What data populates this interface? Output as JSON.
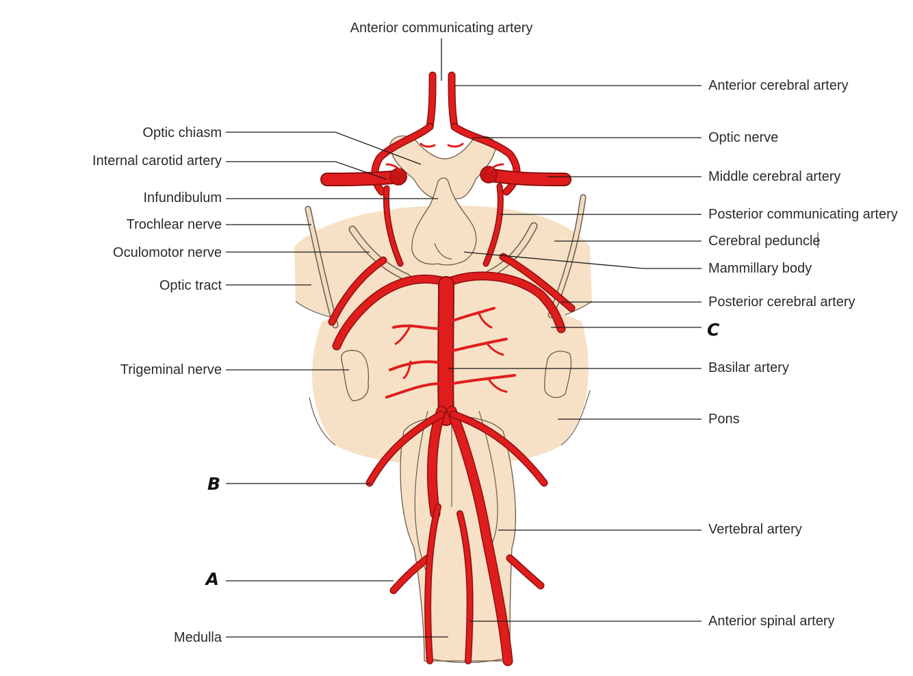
{
  "colors": {
    "artery": "#e01d1d",
    "tissue": "#f6e1c6",
    "outline": "#6b5a48",
    "text": "#2a2a2a"
  },
  "labels": {
    "left": {
      "optic_chiasm": "Optic chiasm",
      "internal_carotid_artery": "Internal carotid artery",
      "infundibulum": "Infundibulum",
      "trochlear_nerve": "Trochlear nerve",
      "oculomotor_nerve": "Oculomotor nerve",
      "optic_tract": "Optic tract",
      "trigeminal_nerve": "Trigeminal nerve",
      "letter_b": "B",
      "letter_a": "A",
      "medulla": "Medulla"
    },
    "top": {
      "anterior_communicating_artery": "Anterior communicating artery"
    },
    "right": {
      "anterior_cerebral_artery": "Anterior cerebral artery",
      "optic_nerve": "Optic nerve",
      "middle_cerebral_artery": "Middle cerebral artery",
      "posterior_communicating_artery": "Posterior communicating artery",
      "cerebral_peduncle": "Cerebral peduncle",
      "mammillary_body": "Mammillary body",
      "posterior_cerebral_artery": "Posterior cerebral artery",
      "letter_c": "C",
      "basilar_artery": "Basilar artery",
      "pons": "Pons",
      "vertebral_artery": "Vertebral artery",
      "anterior_spinal_artery": "Anterior spinal artery"
    }
  }
}
